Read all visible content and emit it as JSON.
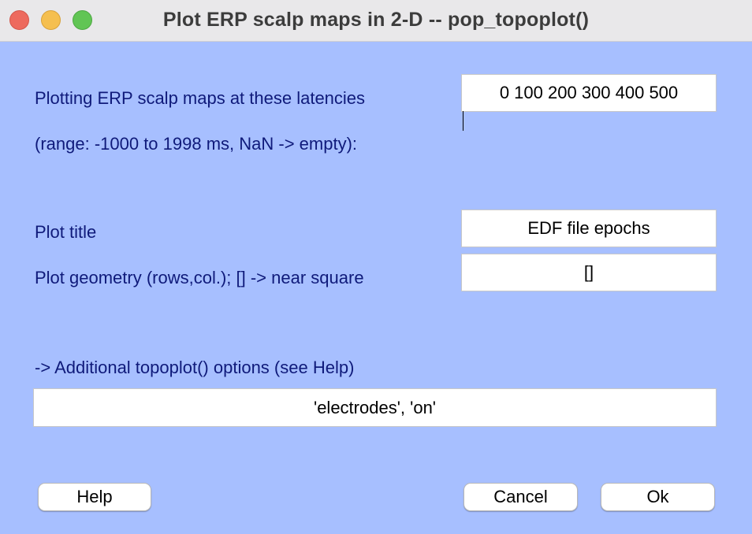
{
  "window": {
    "title": "Plot ERP scalp maps in 2-D -- pop_topoplot()"
  },
  "latencies": {
    "label": "Plotting ERP scalp maps at these latencies",
    "range_note": "(range: -1000 to 1998 ms, NaN -> empty):",
    "value": "0 100 200 300 400 500"
  },
  "plot_title": {
    "label": "Plot title",
    "value": "EDF file epochs"
  },
  "plot_geometry": {
    "label": "Plot geometry (rows,col.); [] -> near square",
    "value": "[]"
  },
  "options": {
    "label": "-> Additional topoplot() options (see Help)",
    "value": "'electrodes', 'on'"
  },
  "buttons": {
    "help": "Help",
    "cancel": "Cancel",
    "ok": "Ok"
  },
  "colors": {
    "background": "#a7bfff",
    "label_text": "#0f1a7a"
  }
}
